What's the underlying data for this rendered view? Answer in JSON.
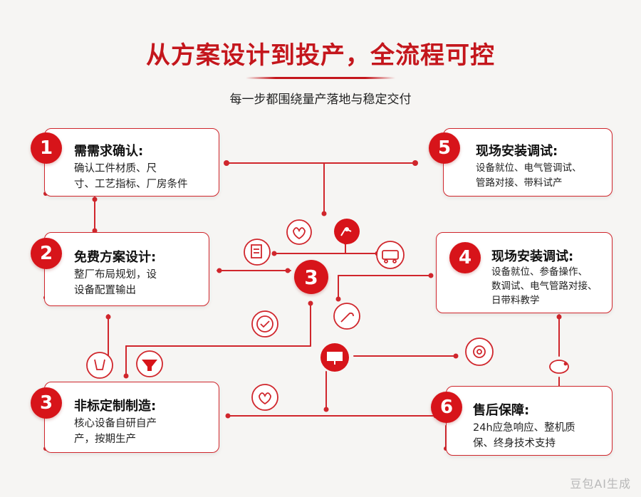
{
  "header": {
    "title": "从方案设计到投产，全流程可控",
    "subtitle": "每一步都围绕量产落地与稳定交付"
  },
  "steps": [
    {
      "number": "1",
      "title": "需需求确认:",
      "lines": [
        "确认工件材质、尺",
        "寸、工艺指标、厂房条件"
      ]
    },
    {
      "number": "2",
      "title": "免费方案设计:",
      "lines": [
        "整厂布局规划，设",
        "设备配置输出"
      ]
    },
    {
      "number": "3",
      "title": "非标定制制造:",
      "lines": [
        "核心设备自研自产",
        "产，按期生产"
      ]
    },
    {
      "number": "4",
      "title": "现场安装调试:",
      "lines": [
        "设备就位、参备操作、",
        "数调试、电气管路对接、",
        "日带料教学"
      ]
    },
    {
      "number": "5",
      "title": "现场安装调试:",
      "lines": [
        "设备就位、电气管调试、",
        "管路对接、带料试产"
      ]
    },
    {
      "number": "6",
      "title": "售后保障:",
      "lines": [
        "24h应急响应、整机质",
        "保、终身技术支持"
      ]
    }
  ],
  "hub": {
    "number": "3"
  },
  "watermark": "豆包AI生成",
  "colors": {
    "accent": "#d7141a",
    "line": "#d0262c"
  },
  "icons": [
    "heart-hand-icon",
    "robot-arm-icon",
    "document-icon",
    "machine-icon",
    "checkmark-icon",
    "wrench-icon",
    "beaker-icon",
    "funnel-icon",
    "monitor-icon",
    "gear-sheet-icon",
    "bird-icon",
    "heart-check-icon"
  ]
}
